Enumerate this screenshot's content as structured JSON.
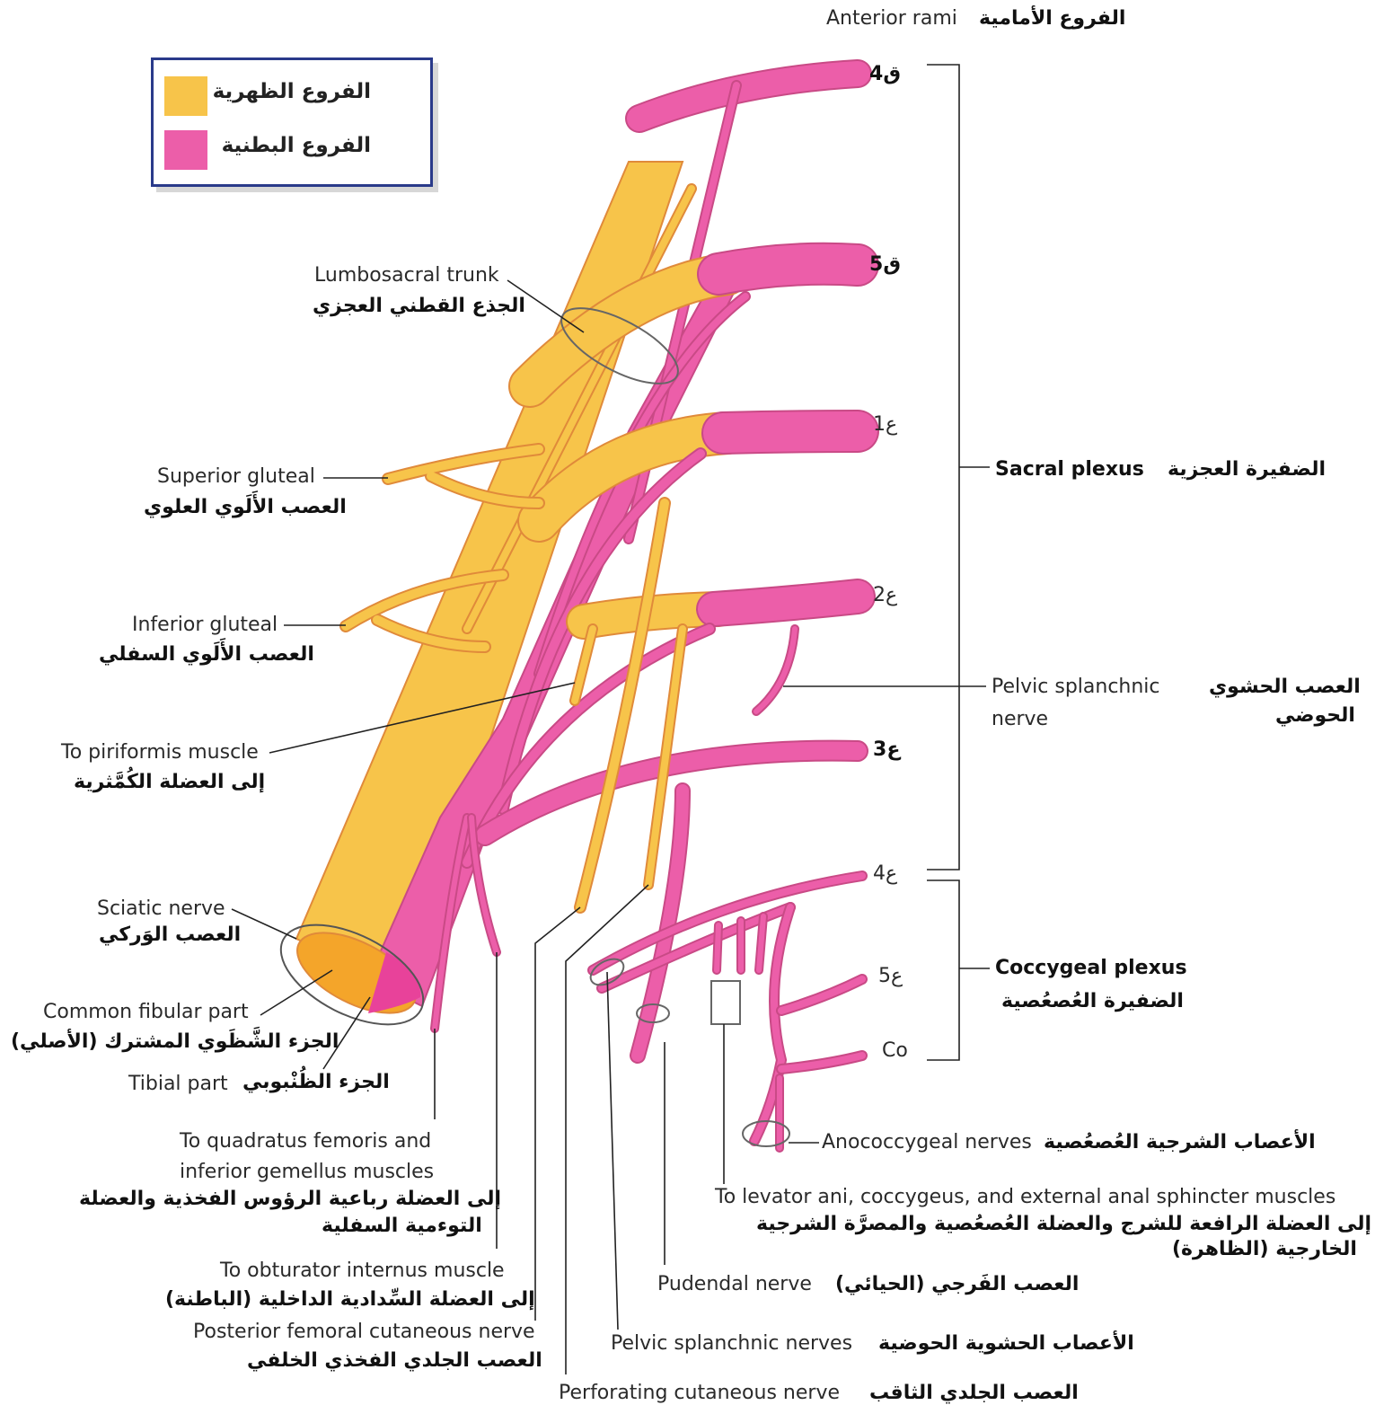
{
  "colors": {
    "dorsal": "#f7c44a",
    "ventral": "#ec5ea9",
    "dorsal_dark": "#f4a52a",
    "ventral_dark": "#e8429a",
    "outline": "#d0507e",
    "legend_border": "#2a3a8a"
  },
  "legend": {
    "dorsal_label": "الفروع الظهرية",
    "ventral_label": "الفروع البطنية"
  },
  "header": {
    "anterior_rami_en": "Anterior rami",
    "anterior_rami_ar": "الفروع الأمامية"
  },
  "roots": [
    {
      "id": "L4",
      "label": "ق4"
    },
    {
      "id": "L5",
      "label": "ق5"
    },
    {
      "id": "S1",
      "label": "ع1"
    },
    {
      "id": "S2",
      "label": "ع2"
    },
    {
      "id": "S3",
      "label": "ع3"
    },
    {
      "id": "S4",
      "label": "ع4"
    },
    {
      "id": "S5",
      "label": "ع5"
    },
    {
      "id": "Co",
      "label": "Co"
    }
  ],
  "brackets": {
    "sacral_en": "Sacral plexus",
    "sacral_ar": "الضفيرة العجزية",
    "coccygeal_en": "Coccygeal plexus",
    "coccygeal_ar": "الضفيرة العُصعُصية"
  },
  "labels": {
    "lumbosacral_en": "Lumbosacral trunk",
    "lumbosacral_ar": "الجذع القطني العجزي",
    "sup_gluteal_en": "Superior gluteal",
    "sup_gluteal_ar": "العصب الأَلَوي العلوي",
    "inf_gluteal_en": "Inferior gluteal",
    "inf_gluteal_ar": "العصب الأَلَوي السفلي",
    "piriformis_en": "To piriformis muscle",
    "piriformis_ar": "إلى العضلة الكُمَّثرية",
    "sciatic_en": "Sciatic nerve",
    "sciatic_ar": "العصب الوَركي",
    "fibular_en": "Common fibular part",
    "fibular_ar": "الجزء الشَّظَوي المشترك (الأصلي)",
    "tibial_en": "Tibial part",
    "tibial_ar": "الجزء الظُنْبوبي",
    "quadratus_en_1": "To quadratus femoris and",
    "quadratus_en_2": "inferior gemellus muscles",
    "quadratus_ar_1": "إلى العضلة رباعية الرؤوس الفخذية والعضلة",
    "quadratus_ar_2": "التوءمية السفلية",
    "obturator_en": "To obturator internus muscle",
    "obturator_ar": "إلى العضلة السِّدادية الداخلية (الباطنة)",
    "post_fem_en": "Posterior femoral cutaneous nerve",
    "post_fem_ar": "العصب الجلدي الفخذي الخلفي",
    "perforating_en": "Perforating cutaneous nerve",
    "perforating_ar": "العصب الجلدي الثاقب",
    "pelvic_splanchnics_en": "Pelvic splanchnic nerves",
    "pelvic_splanchnics_ar": "الأعصاب الحشوية الحوضية",
    "pudendal_en": "Pudendal nerve",
    "pudendal_ar": "العصب الفَرجي (الحيائي)",
    "levator_en": "To levator ani, coccygeus, and external anal sphincter muscles",
    "levator_ar_1": "إلى العضلة الرافعة للشرج والعضلة العُصعُصية والمصرَّة الشرجية",
    "levator_ar_2": "الخارجية (الظاهرة)",
    "anococcygeal_en": "Anococcygeal nerves",
    "anococcygeal_ar": "الأعصاب الشرجية العُصعُصية",
    "pelvic_splanchnic_en_1": "Pelvic splanchnic",
    "pelvic_splanchnic_en_2": "nerve",
    "pelvic_splanchnic_ar_1": "العصب الحشوي",
    "pelvic_splanchnic_ar_2": "الحوضي"
  }
}
